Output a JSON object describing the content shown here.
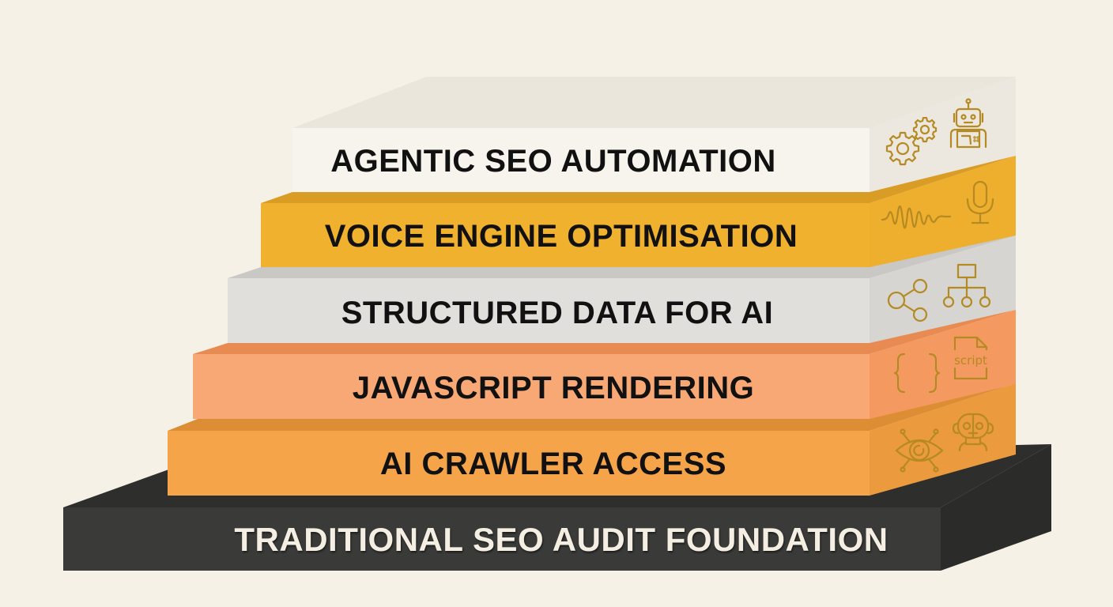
{
  "diagram": {
    "type": "layered-stack",
    "layers": [
      {
        "id": "agentic",
        "label": "AGENTIC SEO AUTOMATION",
        "level": 6,
        "colors": {
          "front": "#f6f3ec",
          "top": "#ebe6dc",
          "side": "#ebe6dc",
          "text": "#111111"
        },
        "icons": [
          "gears-icon",
          "robot-icon"
        ]
      },
      {
        "id": "voice",
        "label": "VOICE ENGINE OPTIMISATION",
        "level": 5,
        "colors": {
          "front": "#f0b12e",
          "top": "#d99c25",
          "side": "#eeae2e",
          "text": "#111111"
        },
        "icons": [
          "sound-wave-icon",
          "microphone-icon"
        ]
      },
      {
        "id": "structured",
        "label": "STRUCTURED DATA FOR AI",
        "level": 4,
        "colors": {
          "front": "#dfdedb",
          "top": "#c9c8c4",
          "side": "#d9d8d5",
          "text": "#111111"
        },
        "icons": [
          "share-nodes-icon",
          "hierarchy-icon"
        ]
      },
      {
        "id": "javascript",
        "label": "JAVASCRIPT RENDERING",
        "level": 3,
        "colors": {
          "front": "#f7a874",
          "top": "#e88b52",
          "side": "#f49a60",
          "text": "#111111"
        },
        "icons": [
          "curly-braces-icon",
          "script-file-icon"
        ]
      },
      {
        "id": "crawler",
        "label": "AI CRAWLER ACCESS",
        "level": 2,
        "colors": {
          "front": "#f5a44a",
          "top": "#dd8e35",
          "side": "#f0a040",
          "text": "#111111"
        },
        "icons": [
          "ai-eye-icon",
          "robot-head-icon"
        ]
      },
      {
        "id": "foundation",
        "label": "TRADITIONAL SEO AUDIT FOUNDATION",
        "level": 1,
        "colors": {
          "front": "#3a3a38",
          "top": "#2e2e2c",
          "side": "#333331",
          "text": "#f5efe3"
        },
        "icons": []
      }
    ],
    "script_icon_text": "script",
    "icon_color": "#b58a22",
    "background": "#f6f1e6"
  }
}
